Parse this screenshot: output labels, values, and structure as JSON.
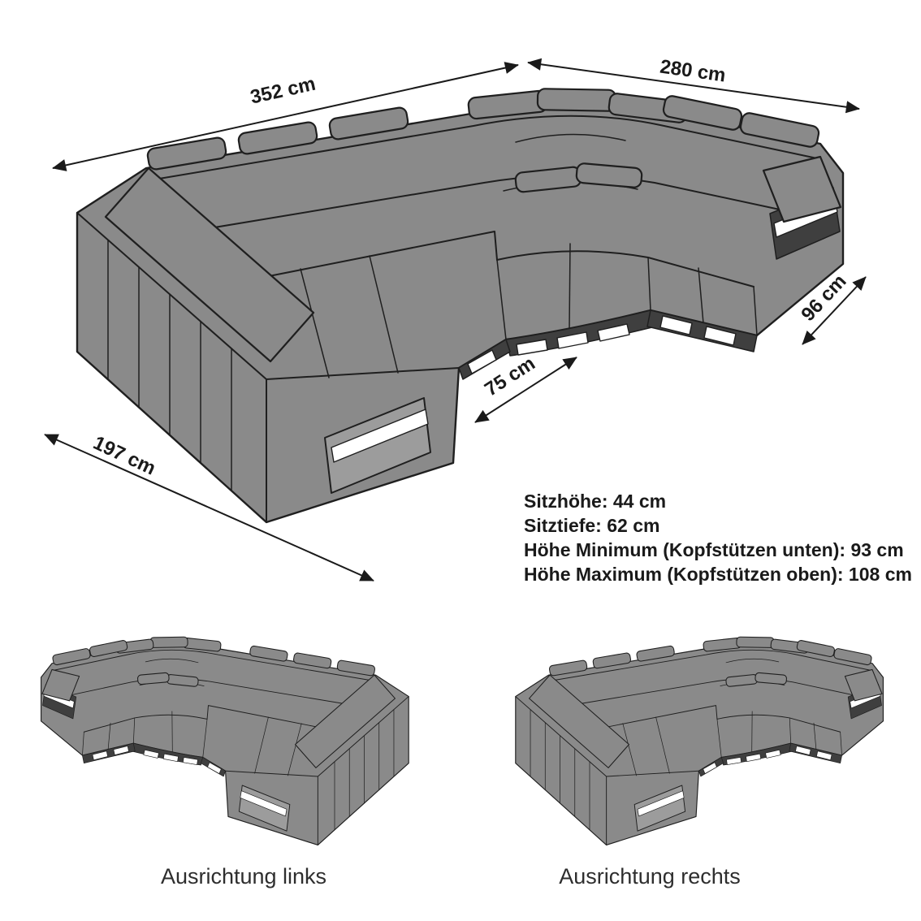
{
  "diagram": {
    "dimensions": {
      "back_left": "352 cm",
      "back_right": "280 cm",
      "seat_width": "75 cm",
      "arm_width": "96 cm",
      "side_depth": "197 cm"
    },
    "specs": [
      "Sitzhöhe: 44 cm",
      "Sitztiefe: 62 cm",
      "Höhe Minimum (Kopfstützen unten): 93 cm",
      "Höhe Maximum (Kopfstützen oben): 108 cm"
    ],
    "variants": {
      "left": "Ausrichtung links",
      "right": "Ausrichtung rechts"
    }
  },
  "colors": {
    "background": "#ffffff",
    "sofa_fill": "#8a8a8a",
    "sofa_outline": "#1f1f1f",
    "base_recess": "#3f3f3f",
    "led_accent": "#ffffff",
    "text": "#1a1a1a"
  }
}
